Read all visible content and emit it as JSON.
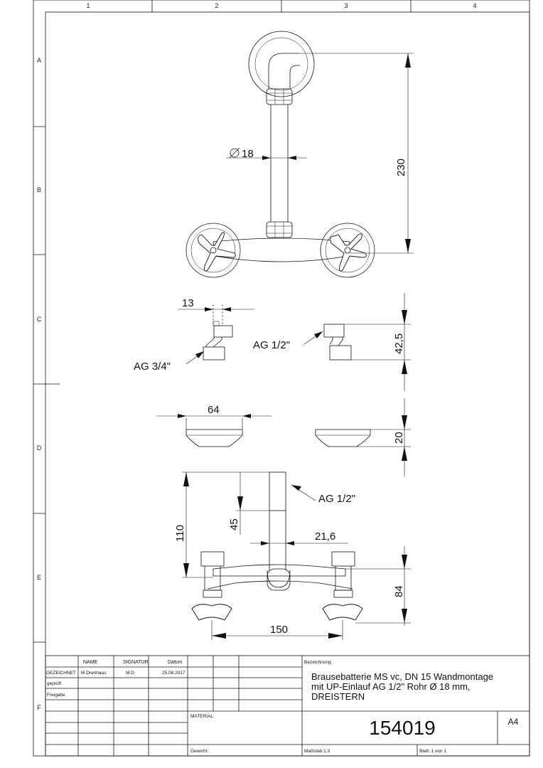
{
  "zones": {
    "columns": [
      "1",
      "2",
      "3",
      "4"
    ],
    "rows": [
      "A",
      "B",
      "C",
      "D",
      "E",
      "F"
    ]
  },
  "dimensions": {
    "pipe_diameter": "18",
    "height_230": "230",
    "offset_13": "13",
    "thread_34": "AG 3/4\"",
    "thread_12_upper": "AG 1/2\"",
    "height_425": "42,5",
    "rosette_width": "64",
    "rosette_height": "20",
    "thread_12_lower": "AG 1/2\"",
    "height_110": "110",
    "height_45": "45",
    "width_216": "21,6",
    "height_84": "84",
    "width_150": "150"
  },
  "title_block": {
    "col_name": "NAME",
    "col_signatur": "SIGNATUR",
    "col_datum": "Datum",
    "row_gezeichnet": "GEZEICHNET",
    "name_gezeichnet": "M.Drenhaus",
    "sig_gezeichnet": "M.D",
    "date_gezeichnet": "25.08.2017",
    "row_geprueft": "geprüft",
    "row_freigabe": "Freigabe",
    "bezeichnung_label": "Bezeichnung:",
    "description_line1": "Brausebatterie MS vc, DN 15  Wandmontage",
    "description_line2": "mit UP-Einlauf AG 1/2\" Rohr Ø 18 mm,",
    "description_line3": "DREISTERN",
    "material_label": "MATERIAL:",
    "drawing_number": "154019",
    "format": "A4",
    "gewicht_label": "Gewicht:",
    "massstab": "Maßstab:1:3",
    "blatt": "Blatt: 1 von 1"
  }
}
